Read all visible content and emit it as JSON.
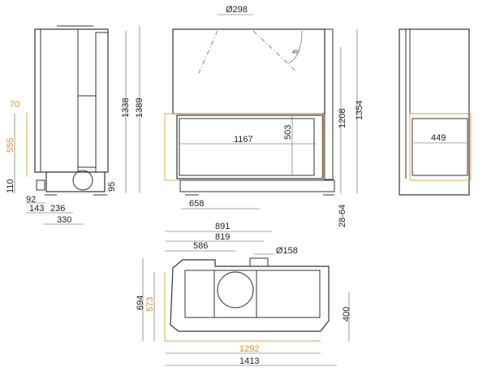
{
  "side_view": {
    "dims": {
      "h1338": "1338",
      "h1389": "1389",
      "d70": "70",
      "d555": "555",
      "d110": "110",
      "d92": "92",
      "d143": "143",
      "d236": "236",
      "d330": "330",
      "d95": "95"
    }
  },
  "front_view": {
    "dims": {
      "flue": "Ø298",
      "h1354": "1354",
      "h1208": "1208",
      "w1167": "1167",
      "h503": "503",
      "w658": "658",
      "legs": "28-64",
      "angle": "45°"
    }
  },
  "right_view": {
    "dims": {
      "w449": "449"
    }
  },
  "top_view": {
    "dims": {
      "w891": "891",
      "w819": "819",
      "w586": "586",
      "flue": "Ø158",
      "d694": "694",
      "d573": "573",
      "d400": "400",
      "w1292": "1292",
      "w1413": "1413"
    }
  },
  "colors": {
    "line": "#333333",
    "highlight": "#e0a040"
  }
}
